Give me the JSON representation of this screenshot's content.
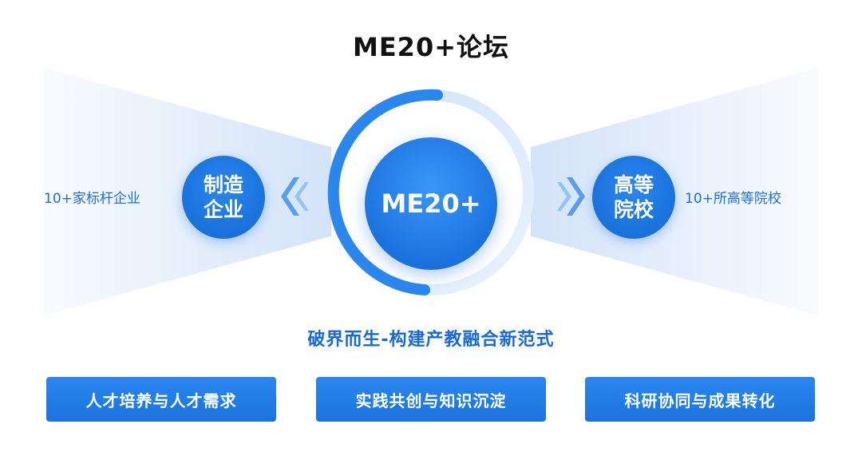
{
  "title": "ME20+论坛",
  "center": {
    "label": "ME20+"
  },
  "left": {
    "circle_line1": "制造",
    "circle_line2": "企业",
    "label": "10+家标杆企业"
  },
  "right": {
    "circle_line1": "高等",
    "circle_line2": "院校",
    "label": "10+所高等院校"
  },
  "tagline": "破界而生-构建产教融合新范式",
  "pillars": [
    {
      "label": "人才培养与人才需求"
    },
    {
      "label": "实践共创与知识沉淀"
    },
    {
      "label": "科研协同与成果转化"
    }
  ],
  "colors": {
    "primary": "#1a73e0",
    "label_text": "#1c6fd8",
    "fan": "#d6e6f9"
  }
}
